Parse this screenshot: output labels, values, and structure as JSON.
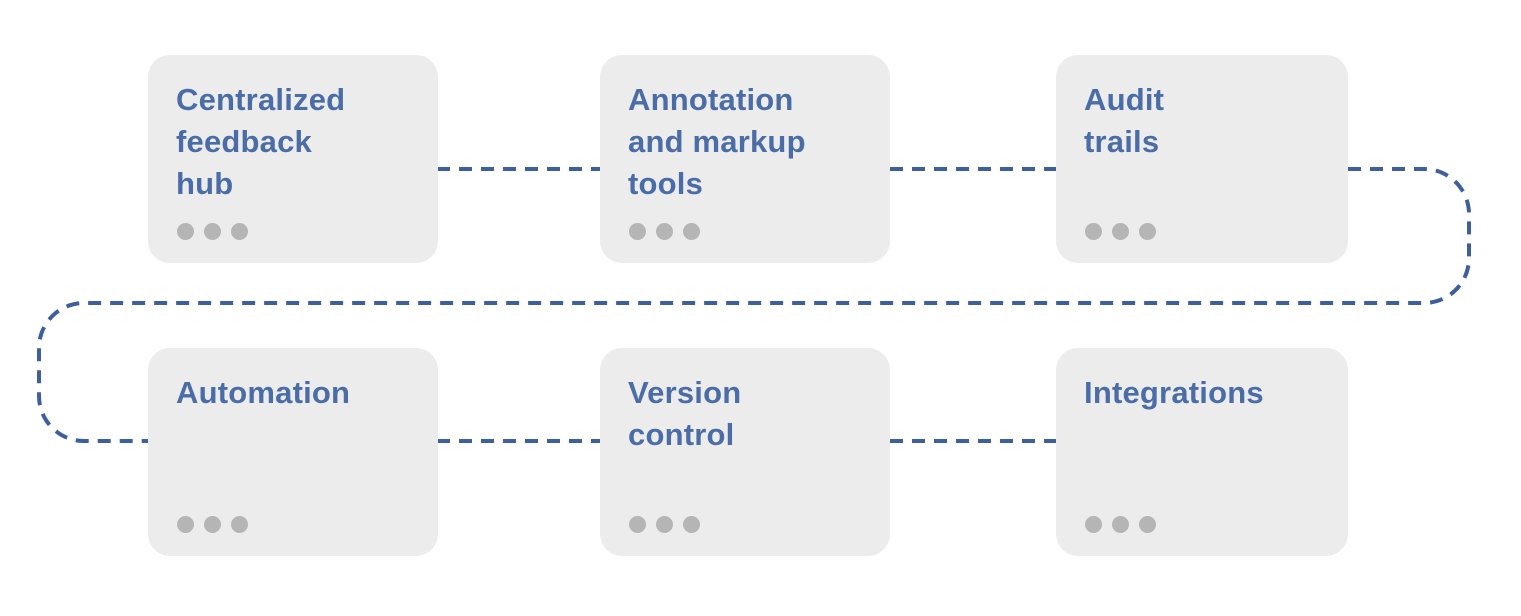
{
  "diagram": {
    "colors": {
      "background": "#ffffff",
      "card_bg": "#ececec",
      "title_text": "#4a6da7",
      "connector": "#3e5f9e",
      "dot": "#b5b5b5"
    },
    "cards": [
      {
        "id": "centralized-feedback-hub",
        "label": "Centralized\nfeedback\nhub"
      },
      {
        "id": "annotation-and-markup-tools",
        "label": "Annotation\nand markup\ntools"
      },
      {
        "id": "audit-trails",
        "label": "Audit\ntrails"
      },
      {
        "id": "automation",
        "label": "Automation"
      },
      {
        "id": "version-control",
        "label": "Version\ncontrol"
      },
      {
        "id": "integrations",
        "label": "Integrations"
      }
    ],
    "flow_order": [
      "centralized-feedback-hub",
      "annotation-and-markup-tools",
      "audit-trails",
      "automation",
      "version-control",
      "integrations"
    ],
    "connector_style": {
      "type": "dashed",
      "dash_length": 13,
      "gap_length": 9,
      "stroke_width": 4
    }
  }
}
